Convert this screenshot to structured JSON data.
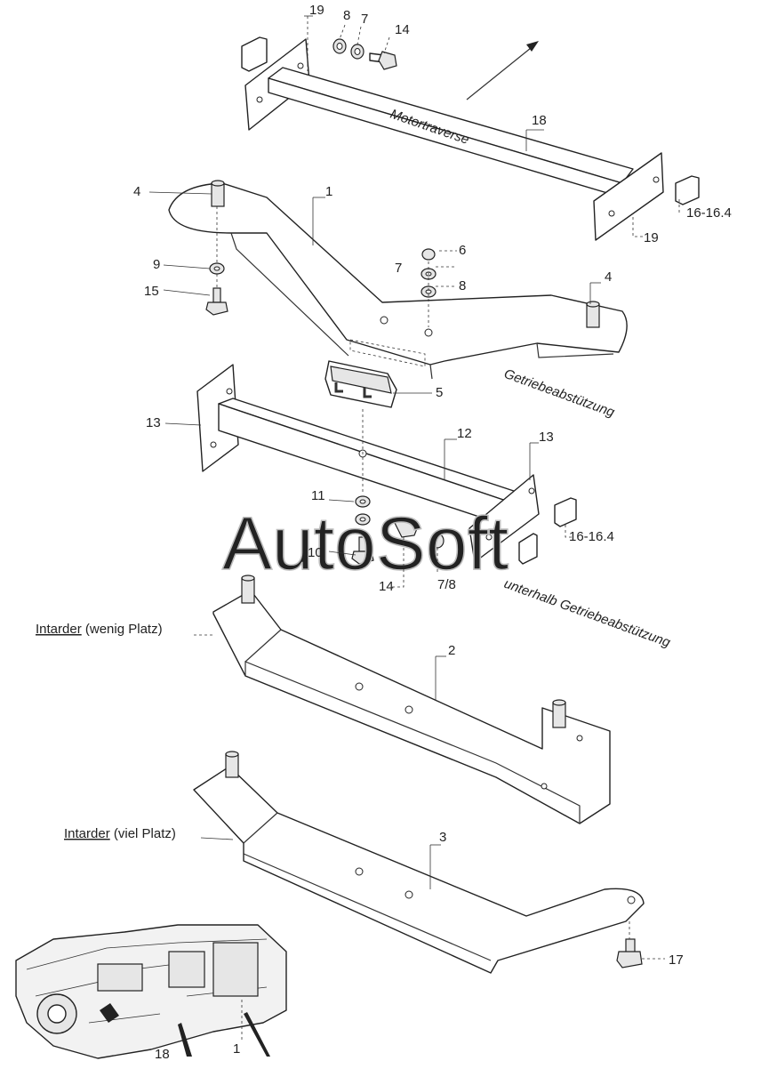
{
  "watermark": "AutoSoft",
  "labels": {
    "motortraverse": "Motortraverse",
    "getriebeabstuetzung": "Getriebeabstützung",
    "unterhalb": "unterhalb Getriebeabstützung"
  },
  "notes": {
    "intarder_a_word": "Intarder",
    "intarder_a_rest": " (wenig Platz)",
    "intarder_b_word": "Intarder",
    "intarder_b_rest": " (viel Platz)"
  },
  "callouts": {
    "n19_top": "19",
    "n8_top": "8",
    "n7_top": "7",
    "n14_top": "14",
    "n18_top": "18",
    "n16_top": "16-16.4",
    "n19_right": "19",
    "n4_left": "4",
    "n1": "1",
    "n6": "6",
    "n7_mid": "7",
    "n8_mid": "8",
    "n4_right": "4",
    "n9": "9",
    "n15": "15",
    "n5": "5",
    "n13_left": "13",
    "n12": "12",
    "n13_right": "13",
    "n11": "11",
    "n16_mid": "16-16.4",
    "n10": "10",
    "n14_mid": "14",
    "n78": "7/8",
    "n2": "2",
    "n3": "3",
    "n17": "17",
    "n18_inset": "18",
    "n1_inset": "1"
  }
}
